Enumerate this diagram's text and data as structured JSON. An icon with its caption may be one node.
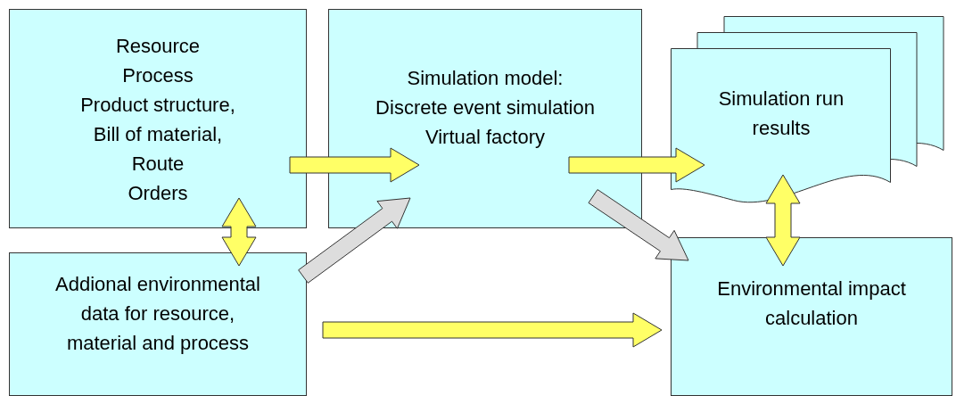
{
  "diagram": {
    "nodes": [
      {
        "text": [
          "Resource",
          "Process",
          "Product structure,",
          "Bill of material,",
          "Route",
          "Orders"
        ]
      },
      {
        "text": [
          "Addional environmental data for resource, material and process"
        ]
      },
      {
        "text": [
          "Simulation model:",
          "Discrete event simulation",
          "Virtual factory"
        ]
      },
      {
        "text": [
          "Simulation run results"
        ]
      },
      {
        "text": [
          "Environmental impact calculation"
        ]
      }
    ],
    "edges": [
      {
        "from": 0,
        "to": 2,
        "arrow": "to"
      },
      {
        "from": 0,
        "to": 1,
        "arrow": "both"
      },
      {
        "from": 1,
        "to": 2,
        "arrow": "to",
        "color": "#dddddd"
      },
      {
        "from": 2,
        "to": 3,
        "arrow": "to"
      },
      {
        "from": 2,
        "to": 4,
        "arrow": "to",
        "color": "#dddddd"
      },
      {
        "from": 3,
        "to": 4,
        "arrow": "both"
      },
      {
        "from": 1,
        "to": 4,
        "arrow": "to"
      }
    ]
  }
}
